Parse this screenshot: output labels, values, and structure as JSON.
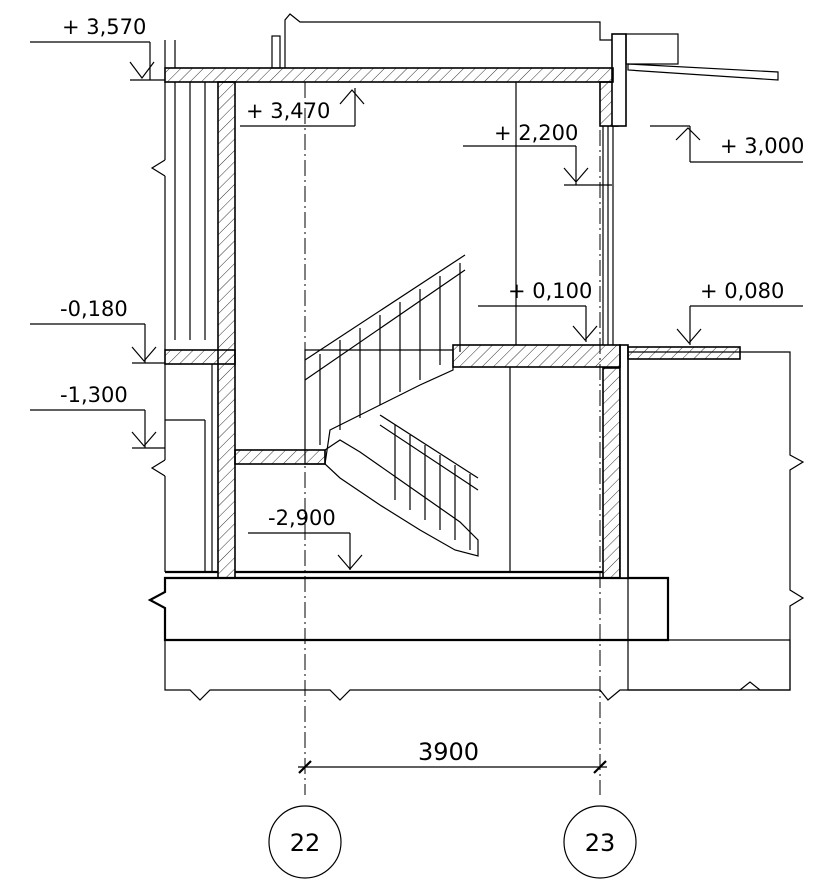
{
  "levels": {
    "roof": "+ 3,570",
    "ceiling": "+ 3,470",
    "window_top": "+ 2,200",
    "outside_high": "+ 3,000",
    "landing": "+ 0,100",
    "ground_out": "+ 0,080",
    "ground_floor": "-0,180",
    "mid_level": "-1,300",
    "basement": "-2,900"
  },
  "dimension": {
    "span": "3900"
  },
  "axes": {
    "left": "22",
    "right": "23"
  },
  "colors": {
    "line": "#000000",
    "background": "#ffffff"
  }
}
